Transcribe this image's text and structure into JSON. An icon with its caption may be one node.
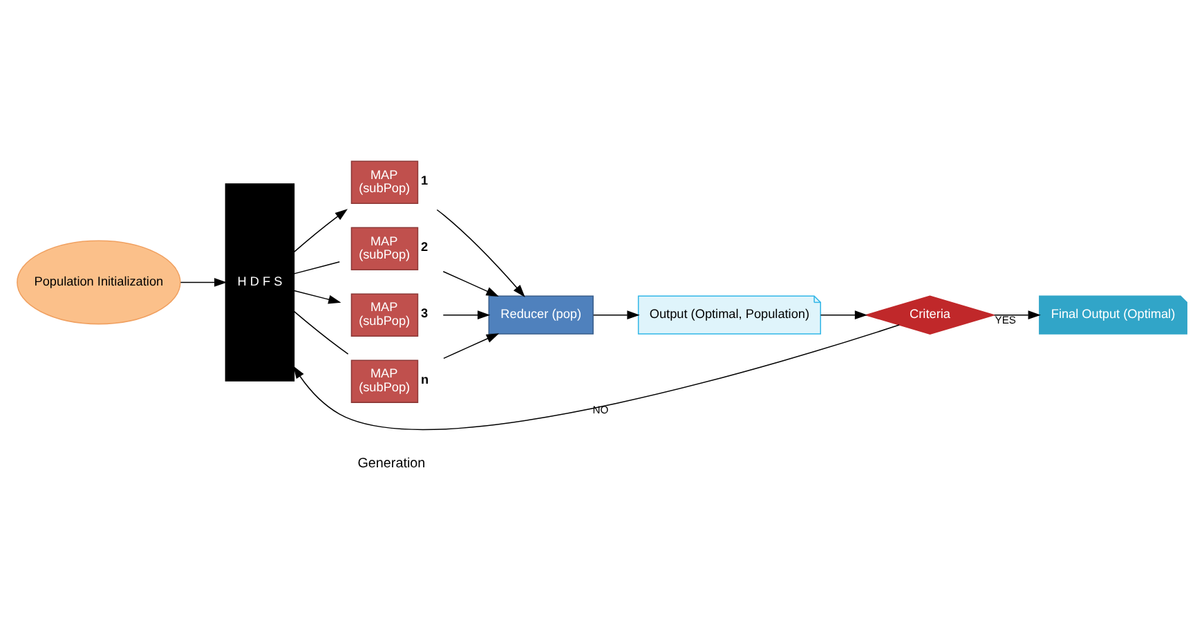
{
  "diagram": {
    "nodes": [
      {
        "text": [
          "Population Initialization"
        ]
      },
      {
        "text": [
          "H D F S"
        ]
      },
      {
        "text": [
          "MAP",
          "(subPop)"
        ],
        "beside": [
          "1"
        ]
      },
      {
        "text": [
          "MAP",
          "(subPop)"
        ],
        "beside": [
          "2"
        ]
      },
      {
        "text": [
          "MAP",
          "(subPop)"
        ],
        "beside": [
          "3"
        ]
      },
      {
        "text": [
          "MAP",
          "(subPop)"
        ],
        "beside": [
          "n"
        ]
      },
      {
        "text": [
          "Reducer (pop)"
        ]
      },
      {
        "text": [
          "Output (Optimal, Population)"
        ]
      },
      {
        "text": [
          "Criteria"
        ]
      },
      {
        "text": [
          "Final Output (Optimal)"
        ]
      }
    ],
    "edges": [
      {
        "from": 0,
        "to": 1,
        "arrow": "to"
      },
      {
        "from": 1,
        "to": 2,
        "arrow": "to"
      },
      {
        "from": 1,
        "to": 3,
        "arrow": "none"
      },
      {
        "from": 1,
        "to": 4,
        "arrow": "to"
      },
      {
        "from": 1,
        "to": 5,
        "arrow": "none"
      },
      {
        "from": 2,
        "to": 6,
        "arrow": "to"
      },
      {
        "from": 3,
        "to": 6,
        "arrow": "to"
      },
      {
        "from": 4,
        "to": 6,
        "arrow": "to"
      },
      {
        "from": 5,
        "to": 6,
        "arrow": "to"
      },
      {
        "from": 6,
        "to": 7,
        "arrow": "to"
      },
      {
        "from": 7,
        "to": 8,
        "arrow": "to"
      },
      {
        "from": 8,
        "to": 1,
        "arrow": "to",
        "label": "NO"
      },
      {
        "from": 8,
        "to": 9,
        "arrow": "to",
        "label": "YES"
      }
    ],
    "labels": [
      "Generation"
    ]
  }
}
